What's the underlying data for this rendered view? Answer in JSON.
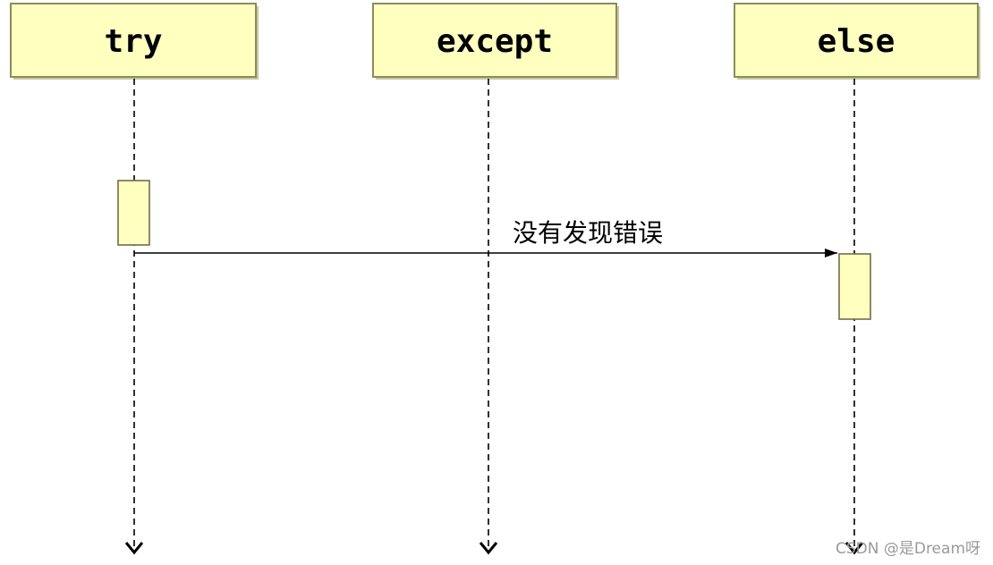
{
  "participants": [
    {
      "id": "try",
      "label": "try"
    },
    {
      "id": "except",
      "label": "except"
    },
    {
      "id": "else",
      "label": "else"
    }
  ],
  "message": {
    "from": "try",
    "to": "else",
    "label": "没有发现错误"
  },
  "watermark": "CSDN @是Dream呀",
  "colors": {
    "box_fill": "#ffffc0",
    "box_border": "#8c8c5a",
    "line": "#000000"
  }
}
